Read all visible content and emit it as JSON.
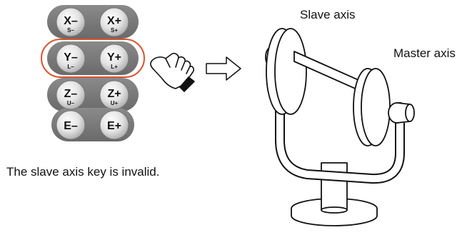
{
  "keypad": {
    "rows": [
      {
        "left": {
          "main": "X–",
          "sub": "S–"
        },
        "right": {
          "main": "X+",
          "sub": "S+"
        }
      },
      {
        "left": {
          "main": "Y–",
          "sub": "L–"
        },
        "right": {
          "main": "Y+",
          "sub": "L+"
        }
      },
      {
        "left": {
          "main": "Z–",
          "sub": "U–"
        },
        "right": {
          "main": "Z+",
          "sub": "U+"
        }
      },
      {
        "left": {
          "main": "E–",
          "sub": ""
        },
        "right": {
          "main": "E+",
          "sub": ""
        }
      }
    ],
    "highlight_color": "#d9542e"
  },
  "caption": "The slave axis key is invalid.",
  "labels": {
    "slave_axis": "Slave axis",
    "master_axis": "Master axis"
  },
  "icons": {
    "hand": "pointing-hand-icon",
    "arrow": "right-arrow-icon"
  }
}
